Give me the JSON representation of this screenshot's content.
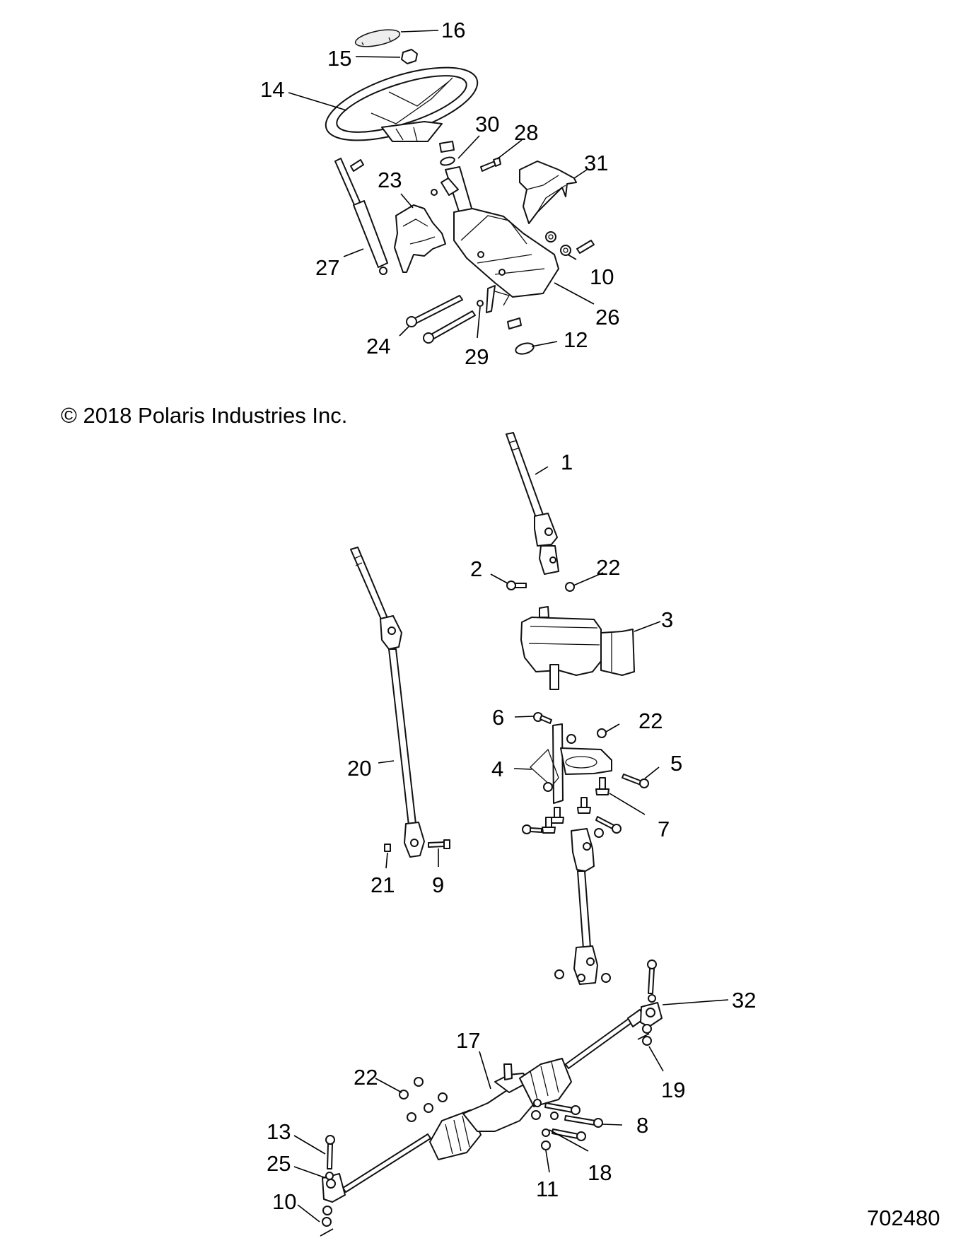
{
  "copyright": "© 2018 Polaris Industries Inc.",
  "figure_number": "702480",
  "callouts": [
    {
      "id": "c16",
      "label": "16",
      "part": "steering-wheel-cap"
    },
    {
      "id": "c15",
      "label": "15",
      "part": "steering-wheel-nut"
    },
    {
      "id": "c14",
      "label": "14",
      "part": "steering-wheel"
    },
    {
      "id": "c30",
      "label": "30",
      "part": "spacer"
    },
    {
      "id": "c28",
      "label": "28",
      "part": "screw"
    },
    {
      "id": "c31",
      "label": "31",
      "part": "upper-cover"
    },
    {
      "id": "c23",
      "label": "23",
      "part": "lower-cover"
    },
    {
      "id": "c27",
      "label": "27",
      "part": "gas-strut"
    },
    {
      "id": "c10a",
      "label": "10",
      "part": "nut"
    },
    {
      "id": "c26",
      "label": "26",
      "part": "tilt-bracket"
    },
    {
      "id": "c24",
      "label": "24",
      "part": "bolt"
    },
    {
      "id": "c29",
      "label": "29",
      "part": "nut"
    },
    {
      "id": "c12",
      "label": "12",
      "part": "bushing"
    },
    {
      "id": "c1",
      "label": "1",
      "part": "upper-steering-shaft"
    },
    {
      "id": "c2",
      "label": "2",
      "part": "bolt"
    },
    {
      "id": "c22a",
      "label": "22",
      "part": "nut"
    },
    {
      "id": "c3",
      "label": "3",
      "part": "eps-unit"
    },
    {
      "id": "c6",
      "label": "6",
      "part": "bolt"
    },
    {
      "id": "c22b",
      "label": "22",
      "part": "nut"
    },
    {
      "id": "c4",
      "label": "4",
      "part": "eps-bracket"
    },
    {
      "id": "c5",
      "label": "5",
      "part": "bolt"
    },
    {
      "id": "c7",
      "label": "7",
      "part": "bolt"
    },
    {
      "id": "c20",
      "label": "20",
      "part": "intermediate-shaft"
    },
    {
      "id": "c21",
      "label": "21",
      "part": "nut"
    },
    {
      "id": "c9",
      "label": "9",
      "part": "bolt"
    },
    {
      "id": "c32",
      "label": "32",
      "part": "tie-rod-end"
    },
    {
      "id": "c19",
      "label": "19",
      "part": "cotter-pin"
    },
    {
      "id": "c17",
      "label": "17",
      "part": "steering-rack"
    },
    {
      "id": "c22c",
      "label": "22",
      "part": "nut"
    },
    {
      "id": "c8",
      "label": "8",
      "part": "bolt"
    },
    {
      "id": "c13",
      "label": "13",
      "part": "bolt"
    },
    {
      "id": "c25",
      "label": "25",
      "part": "washer"
    },
    {
      "id": "c18",
      "label": "18",
      "part": "washer"
    },
    {
      "id": "c11",
      "label": "11",
      "part": "nut"
    },
    {
      "id": "c10b",
      "label": "10",
      "part": "nut"
    }
  ]
}
